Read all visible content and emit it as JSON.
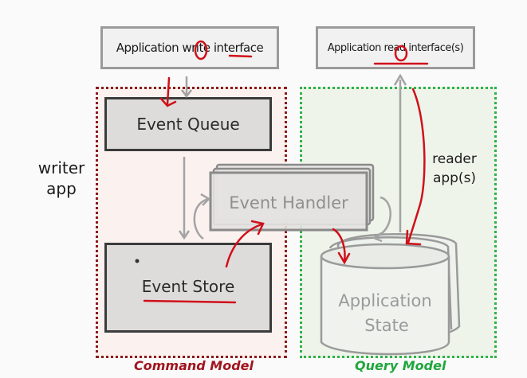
{
  "diagram": {
    "write_interface": {
      "label": "Application write interface"
    },
    "read_interface": {
      "label": "Application read interface(s)"
    },
    "writer_label": {
      "line1": "writer",
      "line2": "app"
    },
    "reader_label": {
      "line1": "reader",
      "line2": "app(s)"
    },
    "event_queue": {
      "label": "Event Queue"
    },
    "event_handler": {
      "label": "Event Handler"
    },
    "event_store": {
      "label": "Event Store"
    },
    "application_state": {
      "line1": "Application",
      "line2": "State"
    },
    "command_model": {
      "label": "Command Model",
      "color": "#a0141e"
    },
    "query_model": {
      "label": "Query Model",
      "color": "#1fa63c"
    },
    "annotation_color": "#d0101a"
  }
}
